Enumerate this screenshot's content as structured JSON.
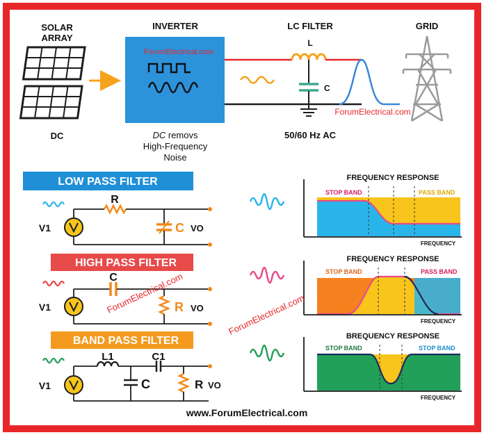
{
  "colors": {
    "frame": "#e8262a",
    "inverter": "#2c93db",
    "sine": "#f5a31a",
    "grid_tower": "#9a9a9a",
    "filter_bar_blue": "#1f8fd8",
    "filter_bar_red": "#e84a4a",
    "filter_bar_orange": "#f39a1f",
    "resistor": "#f08a1a",
    "capacitor_lpf": "#f08a1a",
    "pass_yellow": "#f7c51b",
    "stop_blue": "#29b5ea",
    "stop_orange": "#f5821f",
    "stop_green": "#22a05a",
    "watermark": "#e8262a"
  },
  "top": {
    "solar_label_1": "SOLAR",
    "solar_label_2": "ARRAY",
    "solar_caption": "DC",
    "inverter_label": "INVERTER",
    "inverter_caption_italic": "DC",
    "inverter_caption_rest": " removs",
    "inverter_caption_2": "High-Frequency",
    "inverter_caption_3": "Noise",
    "lc_label": "LC FILTER",
    "inductor_label": "L",
    "capacitor_label": "C",
    "lc_caption": "50/60 Hz AC",
    "grid_label": "GRID",
    "watermark_inverter": "ForumElectrical.com",
    "watermark_lc": "ForumElectrical.com"
  },
  "filters": [
    {
      "title": "LOW PASS FILTER",
      "source_label": "V1",
      "series_label": "R",
      "shunt_label": "C",
      "output_label": "VO",
      "response_title": "FREQUENCY RESPONSE",
      "left_band": "STOP BAND",
      "right_band": "PASS BAND",
      "x_axis": "FREQUENCY"
    },
    {
      "title": "HIGH PASS FILTER",
      "source_label": "V1",
      "series_label": "C",
      "shunt_label": "R",
      "output_label": "VO",
      "response_title": "FREQUENCY RESPONSE",
      "left_band": "STOP BAND",
      "right_band": "PASS BAND",
      "x_axis": "FREQUENCY"
    },
    {
      "title": "BAND PASS FILTER",
      "source_label": "V1",
      "inductor_label": "L1",
      "series_cap_label": "C1",
      "shunt_cap_label": "C",
      "shunt_label": "R",
      "output_label": "VO",
      "response_title": "BREQUENCY RESPONSE",
      "left_band": "STOP BAND",
      "right_band": "STOP BAND",
      "x_axis": "FREQUENCY"
    }
  ],
  "watermark_middle_1": "ForumElectrical.com",
  "watermark_middle_2": "ForumElectrical.com",
  "footer": "www.ForumElectrical.com"
}
